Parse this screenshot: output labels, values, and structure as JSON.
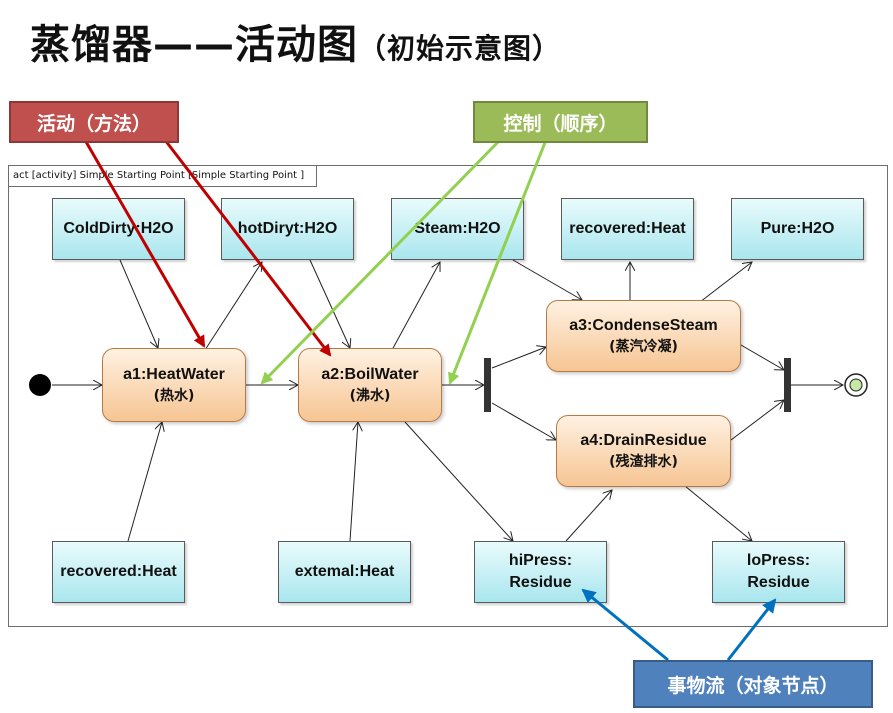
{
  "title": {
    "main": "蒸馏器——活动图",
    "sub": "（初始示意图）"
  },
  "frame_label": "act [activity] Simple Starting Point  [Simple Starting Point ]",
  "callouts": {
    "activity": {
      "text": "活动（方法）",
      "bg": "#c0504d",
      "border": "#8c3836"
    },
    "control": {
      "text": "控制（顺序）",
      "bg": "#9bbb59",
      "border": "#71893f"
    },
    "object_flow": {
      "text": "事物流（对象节点）",
      "bg": "#4f81bd",
      "border": "#385d8a"
    }
  },
  "objects": {
    "cold_dirty": "ColdDirty:H2O",
    "hot_dirty": "hotDiryt:H2O",
    "steam": "Steam:H2O",
    "recovered_heat_top": "recovered:Heat",
    "pure": "Pure:H2O",
    "recovered_heat_bottom": "recovered:Heat",
    "external_heat": "extemal:Heat",
    "hi_press": "hiPress:\nResidue",
    "lo_press": "loPress:\nResidue"
  },
  "actions": {
    "a1": {
      "name": "a1:HeatWater",
      "cn": "(热水)"
    },
    "a2": {
      "name": "a2:BoilWater",
      "cn": "(沸水)"
    },
    "a3": {
      "name": "a3:CondenseSteam",
      "cn": "(蒸汽冷凝)"
    },
    "a4": {
      "name": "a4:DrainResidue",
      "cn": "(残渣排水)"
    }
  },
  "colors": {
    "activity_arrow": "#c00000",
    "control_arrow": "#92d050",
    "object_arrow": "#0070c0",
    "final_node": "#c6e7a6"
  }
}
